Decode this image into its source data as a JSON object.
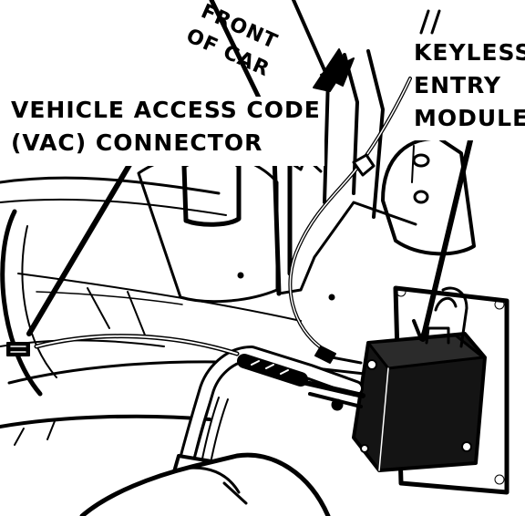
{
  "diagram": {
    "labels": {
      "front_line1": "FRONT",
      "front_line2": "OF CAR",
      "vac_line1": "VEHICLE ACCESS CODE",
      "vac_line2": "(VAC) CONNECTOR",
      "kem_line1": "KEYLESS",
      "kem_line2": "ENTRY",
      "kem_line3": "MODULE"
    },
    "colors": {
      "ink": "#000000",
      "paper": "#ffffff"
    }
  }
}
